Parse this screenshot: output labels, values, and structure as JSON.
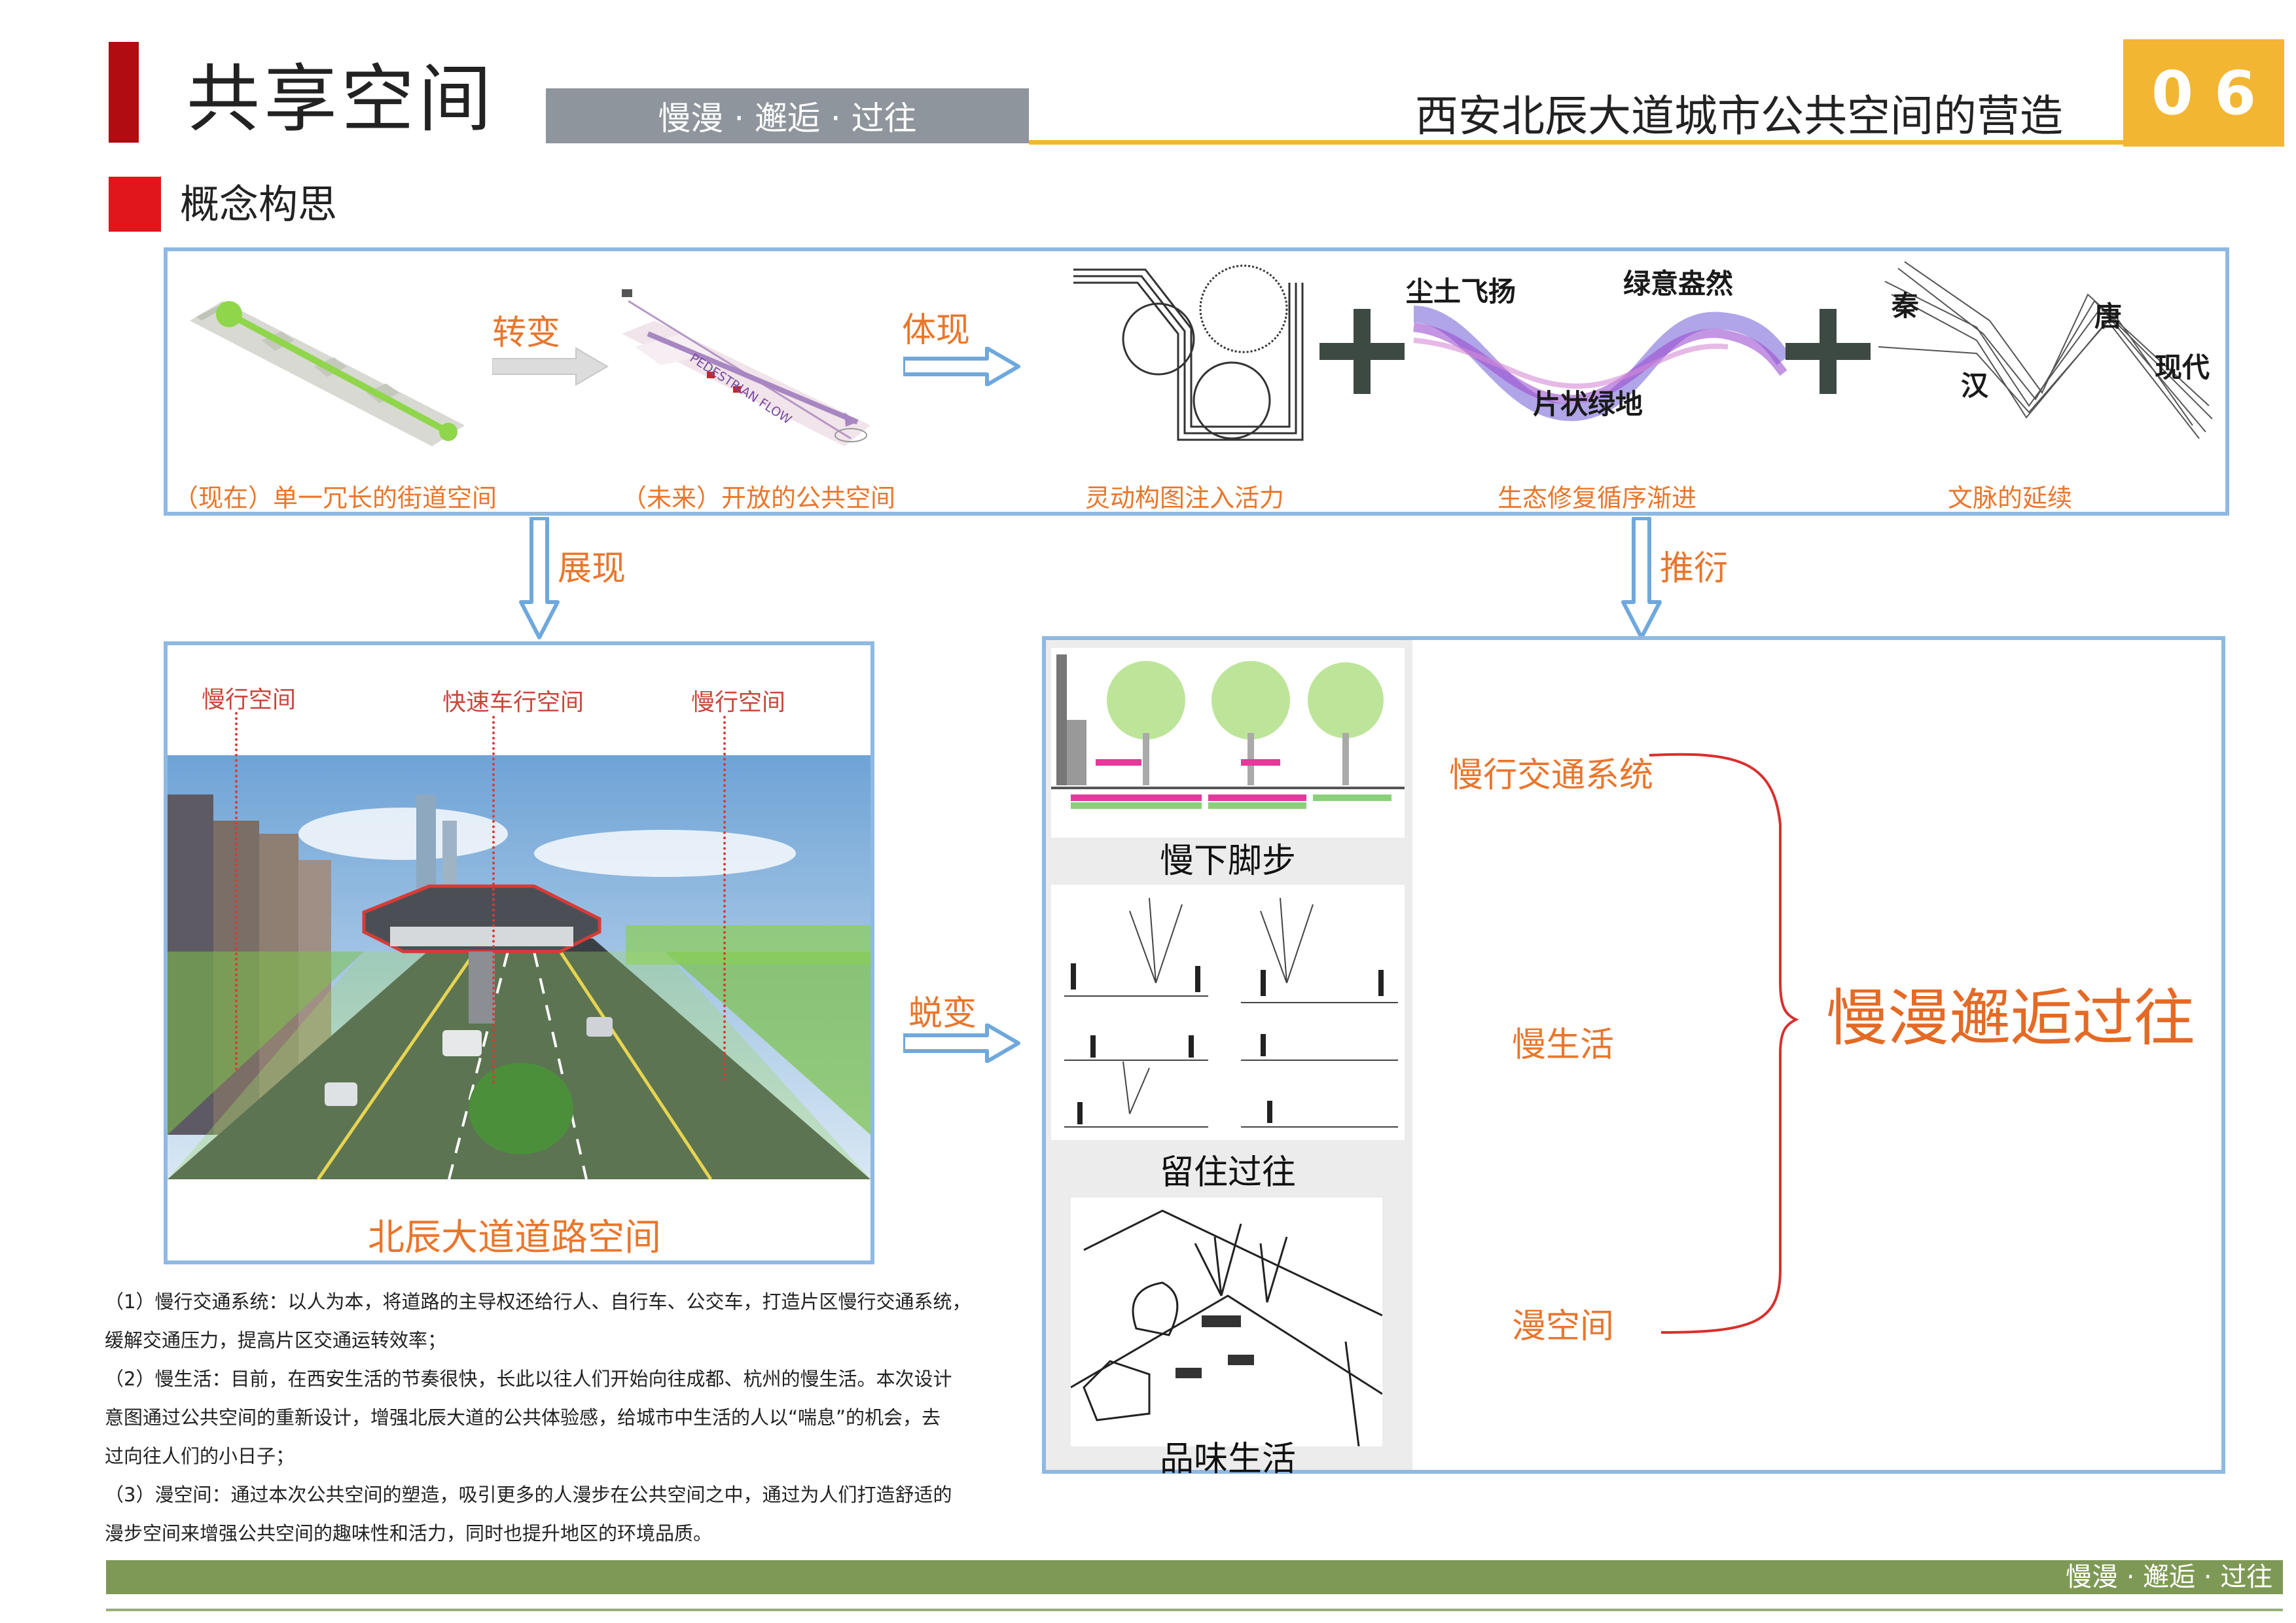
{
  "header": {
    "title": "共享空间",
    "slogan": "慢漫 · 邂逅 · 过往",
    "project_title": "西安北辰大道城市公共空间的营造",
    "page_number": "0 6",
    "section_title": "概念构思"
  },
  "concept_row": {
    "arrow1_label": "转变",
    "arrow2_label": "体现",
    "items": [
      {
        "caption": "（现在）单一冗长的街道空间"
      },
      {
        "caption": "（未来）开放的公共空间",
        "flow_text": "PEDESTRIAN FLOW"
      },
      {
        "caption": "灵动构图注入活力"
      },
      {
        "caption": "生态修复循序渐进",
        "labels": [
          "尘土飞扬",
          "绿意盎然",
          "片状绿地"
        ]
      },
      {
        "caption": "文脉的延续",
        "labels": [
          "秦",
          "唐",
          "现代",
          "汉"
        ]
      }
    ],
    "plus_symbol": "+"
  },
  "flow": {
    "down_left_label": "展现",
    "down_right_label": "推衍",
    "middle_label": "蜕变"
  },
  "road_section": {
    "lane_labels": [
      "慢行空间",
      "快速车行空间",
      "慢行空间"
    ],
    "caption": "北辰大道道路空间"
  },
  "concepts_panel": {
    "thumbnails": [
      {
        "caption": "慢下脚步"
      },
      {
        "caption": "留住过往"
      },
      {
        "caption": "品味生活"
      }
    ],
    "systems": [
      "慢行交通系统",
      "慢生活",
      "漫空间"
    ],
    "summary": "慢漫邂逅过往"
  },
  "description": [
    "（1）慢行交通系统：以人为本，将道路的主导权还给行人、自行车、公交车，打造片区慢行交通系统，",
    "缓解交通压力，提高片区交通运转效率；",
    "（2）慢生活：目前，在西安生活的节奏很快，长此以往人们开始向往成都、杭州的慢生活。本次设计",
    "意图通过公共空间的重新设计，增强北辰大道的公共体验感，给城市中生活的人以“喘息”的机会，去",
    "过向往人们的小日子；",
    "（3）漫空间：通过本次公共空间的塑造，吸引更多的人漫步在公共空间之中，通过为人们打造舒适的",
    "漫步空间来增强公共空间的趣味性和活力，同时也提升地区的环境品质。"
  ],
  "footer": {
    "slogan": "慢漫 · 邂逅 · 过往"
  },
  "colors": {
    "accent_red": "#b00c12",
    "accent_yellow": "#f2b632",
    "slogan_bar": "#8e959c",
    "frame_blue": "#8fb9e3",
    "orange_text": "#e9762c",
    "footer_green": "#7e9955"
  }
}
